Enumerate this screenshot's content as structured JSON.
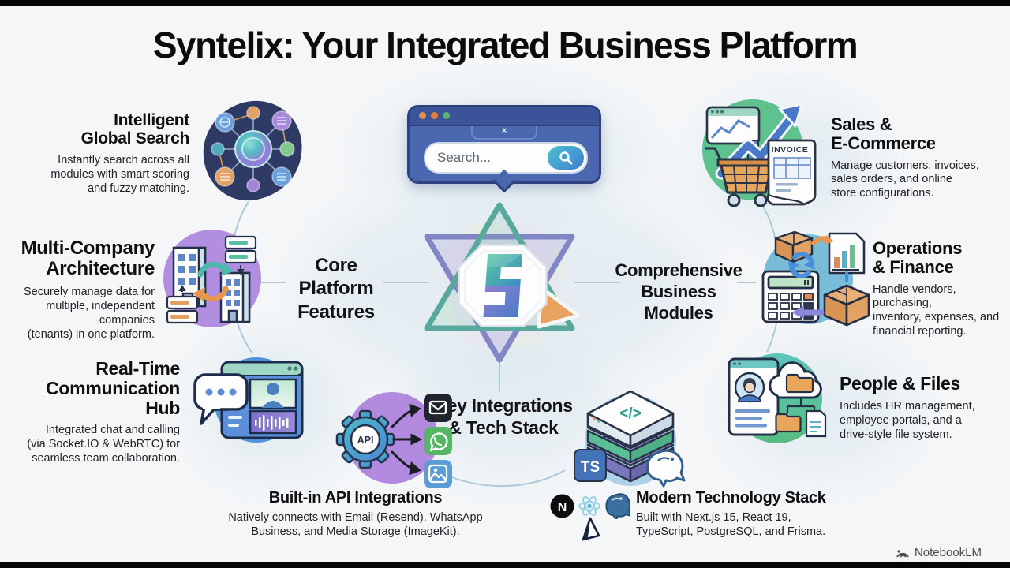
{
  "title": "Syntelix: Your Integrated Business Platform",
  "watermark": {
    "label": "NotebookLM"
  },
  "center": {
    "search_placeholder": "Search...",
    "tab_close": "×",
    "left_hub": "Core\nPlatform\nFeatures",
    "right_hub": "Comprehensive\nBusiness\nModules",
    "bottom_hub": "Key Integrations\n& Tech Stack"
  },
  "features": [
    {
      "title": "Intelligent\nGlobal Search",
      "desc": "Instantly search across all\nmodules with smart scoring\nand fuzzy matching.",
      "icon": "network-search-icon"
    },
    {
      "title": "Multi-Company\nArchitecture",
      "desc": "Securely manage data for\nmultiple, independent companies\n(tenants) in one platform.",
      "icon": "buildings-sync-icon"
    },
    {
      "title": "Real-Time\nCommunication Hub",
      "desc": "Integrated chat and calling\n(via Socket.IO & WebRTC) for\nseamless team collaboration.",
      "icon": "chat-video-call-icon"
    }
  ],
  "modules": [
    {
      "title": "Sales &\nE-Commerce",
      "desc": "Manage customers, invoices,\nsales orders, and online\nstore configurations.",
      "invoice_label": "INVOICE",
      "icon": "cart-invoice-growth-icon"
    },
    {
      "title": "Operations\n& Finance",
      "desc": "Handle vendors, purchasing,\ninventory, expenses, and\nfinancial reporting.",
      "icon": "calculator-boxes-icon"
    },
    {
      "title": "People & Files",
      "desc": "Includes HR management,\nemployee portals, and a\ndrive-style file system.",
      "icon": "profile-cloud-folder-icon"
    }
  ],
  "integrations": {
    "title": "Built-in API Integrations",
    "desc": "Natively connects with Email (Resend), WhatsApp\nBusiness, and Media Storage (ImageKit).",
    "gear_label": "API"
  },
  "tech": {
    "title": "Modern Technology Stack",
    "desc": "Built with Next.js 15, React 19,\nTypeScript, PostgreSQL, and Frisma.",
    "ts_badge": "TS",
    "code_glyph": "</>",
    "next_glyph": "N"
  },
  "colors": {
    "background": "#f4f6f8",
    "navy_icon": "#2e3a63",
    "purple": "#b18ae0",
    "blue": "#4f94d6",
    "green": "#5ec28f",
    "light_blue": "#79bcd8",
    "teal_green": "#5bc19c",
    "pale_blue": "#abd0e8",
    "browser_blue": "#4a67b0",
    "connector": "#a9c8d6",
    "orange": "#e8a05c"
  }
}
